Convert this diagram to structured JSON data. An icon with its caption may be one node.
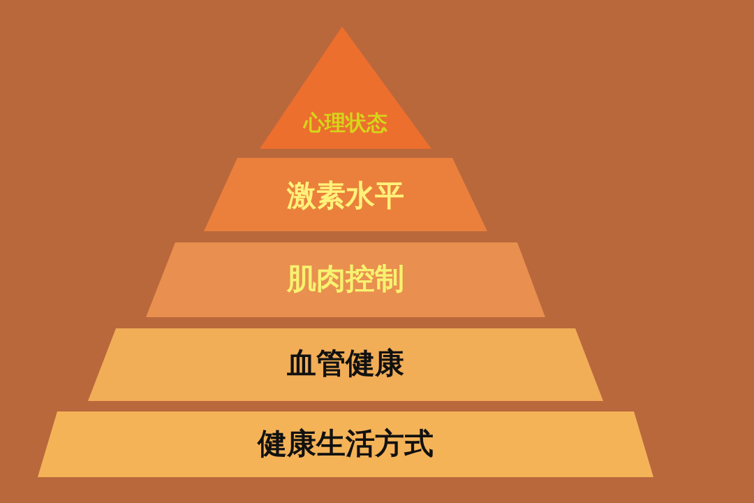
{
  "diagram": {
    "nodes": [
      {
        "text": [
          "心理状态"
        ]
      },
      {
        "text": [
          "激素水平"
        ]
      },
      {
        "text": [
          "肌肉控制"
        ]
      },
      {
        "text": [
          "血管健康"
        ]
      },
      {
        "text": [
          "健康生活方式"
        ]
      }
    ]
  }
}
